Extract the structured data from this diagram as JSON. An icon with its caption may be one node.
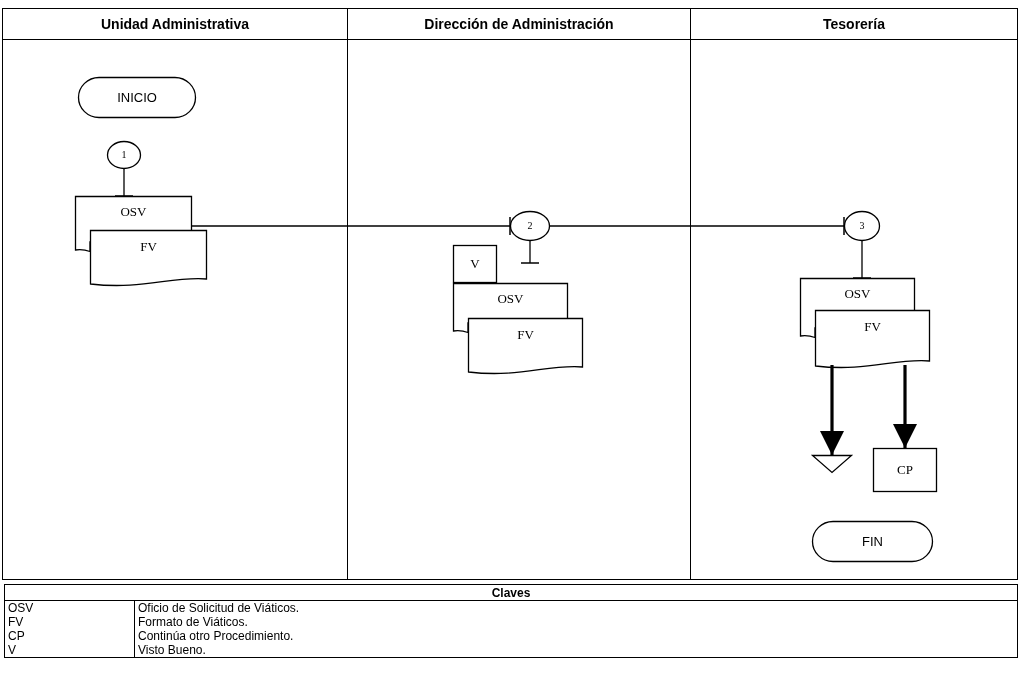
{
  "diagram": {
    "nodes": [
      {
        "text": [
          "Unidad Administrativa"
        ]
      },
      {
        "text": [
          "Dirección de Administración"
        ]
      },
      {
        "text": [
          "Tesorería"
        ]
      },
      {
        "text": [
          "INICIO"
        ],
        "in": 0
      },
      {
        "text": [
          "1"
        ],
        "in": 0
      },
      {
        "text": [
          "OSV"
        ],
        "in": 0
      },
      {
        "text": [
          "FV"
        ],
        "in": 0
      },
      {
        "text": [
          "2"
        ],
        "in": 1
      },
      {
        "text": [
          "V"
        ],
        "in": 1
      },
      {
        "text": [
          "OSV"
        ],
        "in": 1
      },
      {
        "text": [
          "FV"
        ],
        "in": 1
      },
      {
        "text": [
          "3"
        ],
        "in": 2
      },
      {
        "text": [
          "OSV"
        ],
        "in": 2
      },
      {
        "text": [
          "FV"
        ],
        "in": 2
      },
      {
        "text": [],
        "shape": "triangle",
        "in": 2
      },
      {
        "text": [
          "CP"
        ],
        "in": 2
      },
      {
        "text": [
          "FIN"
        ],
        "in": 2
      }
    ],
    "edges": [
      {
        "from": 4,
        "to": 5,
        "arrow": "other"
      },
      {
        "from": 5,
        "to": 7,
        "arrow": "other"
      },
      {
        "from": 7,
        "to": null,
        "arrow": "other"
      },
      {
        "from": 7,
        "to": 11,
        "arrow": "other"
      },
      {
        "from": 11,
        "to": 12,
        "arrow": "other"
      },
      {
        "from": 13,
        "to": 14,
        "arrow": "to",
        "style": "thick"
      },
      {
        "from": 13,
        "to": 15,
        "arrow": "to",
        "style": "thick"
      }
    ],
    "labels": [
      "Claves",
      "OSV",
      "Oficio de Solicitud de Viáticos.",
      "FV",
      "Formato de Viáticos.",
      "CP",
      "Continúa otro Procedimiento.",
      "V",
      "Visto Bueno."
    ]
  }
}
